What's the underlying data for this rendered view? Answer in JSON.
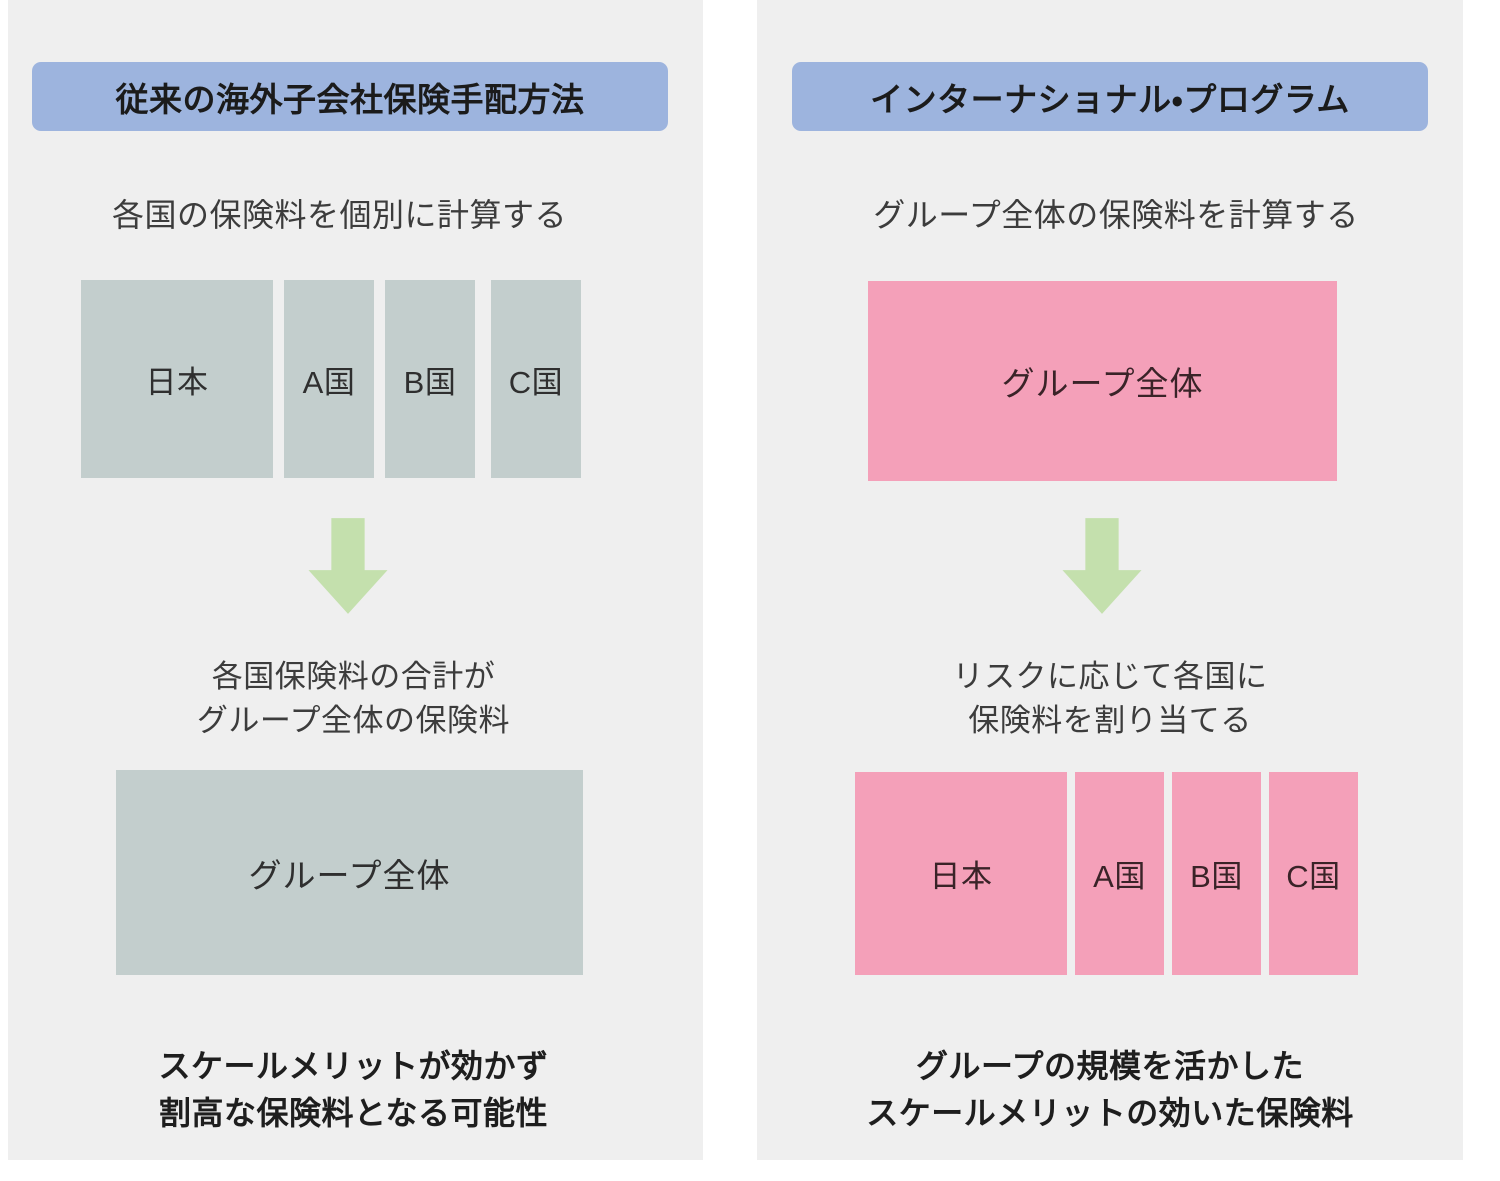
{
  "colors": {
    "page_background": "#ffffff",
    "panel_background": "#efefef",
    "header_pill": "#9db4de",
    "gray_block": "#c3cecd",
    "pink_block": "#f4a0b9",
    "arrow_green": "#c4e0ad",
    "text_dark": "#333333"
  },
  "panels": [
    {
      "id": "traditional",
      "header": "従来の海外子会社保険手配方法",
      "subtitle": "各国の保険料を個別に計算する",
      "top_blocks": [
        {
          "label": "日本"
        },
        {
          "label": "A国"
        },
        {
          "label": "B国"
        },
        {
          "label": "C国"
        }
      ],
      "arrow": "down-arrow-icon",
      "mid_text": [
        "各国保険料の合計が",
        "グループ全体の保険料"
      ],
      "total_box": "グループ全体",
      "conclusion": [
        "スケールメリットが効かず",
        "割高な保険料となる可能性"
      ]
    },
    {
      "id": "international-program",
      "header": "インターナショナル・プログラム",
      "subtitle": "グループ全体の保険料を計算する",
      "total_box": "グループ全体",
      "arrow": "down-arrow-icon",
      "mid_text": [
        "リスクに応じて各国に",
        "保険料を割り当てる"
      ],
      "bottom_blocks": [
        {
          "label": "日本"
        },
        {
          "label": "A国"
        },
        {
          "label": "B国"
        },
        {
          "label": "C国"
        }
      ],
      "conclusion": [
        "グループの規模を活かした",
        "スケールメリットの効いた保険料"
      ]
    }
  ]
}
